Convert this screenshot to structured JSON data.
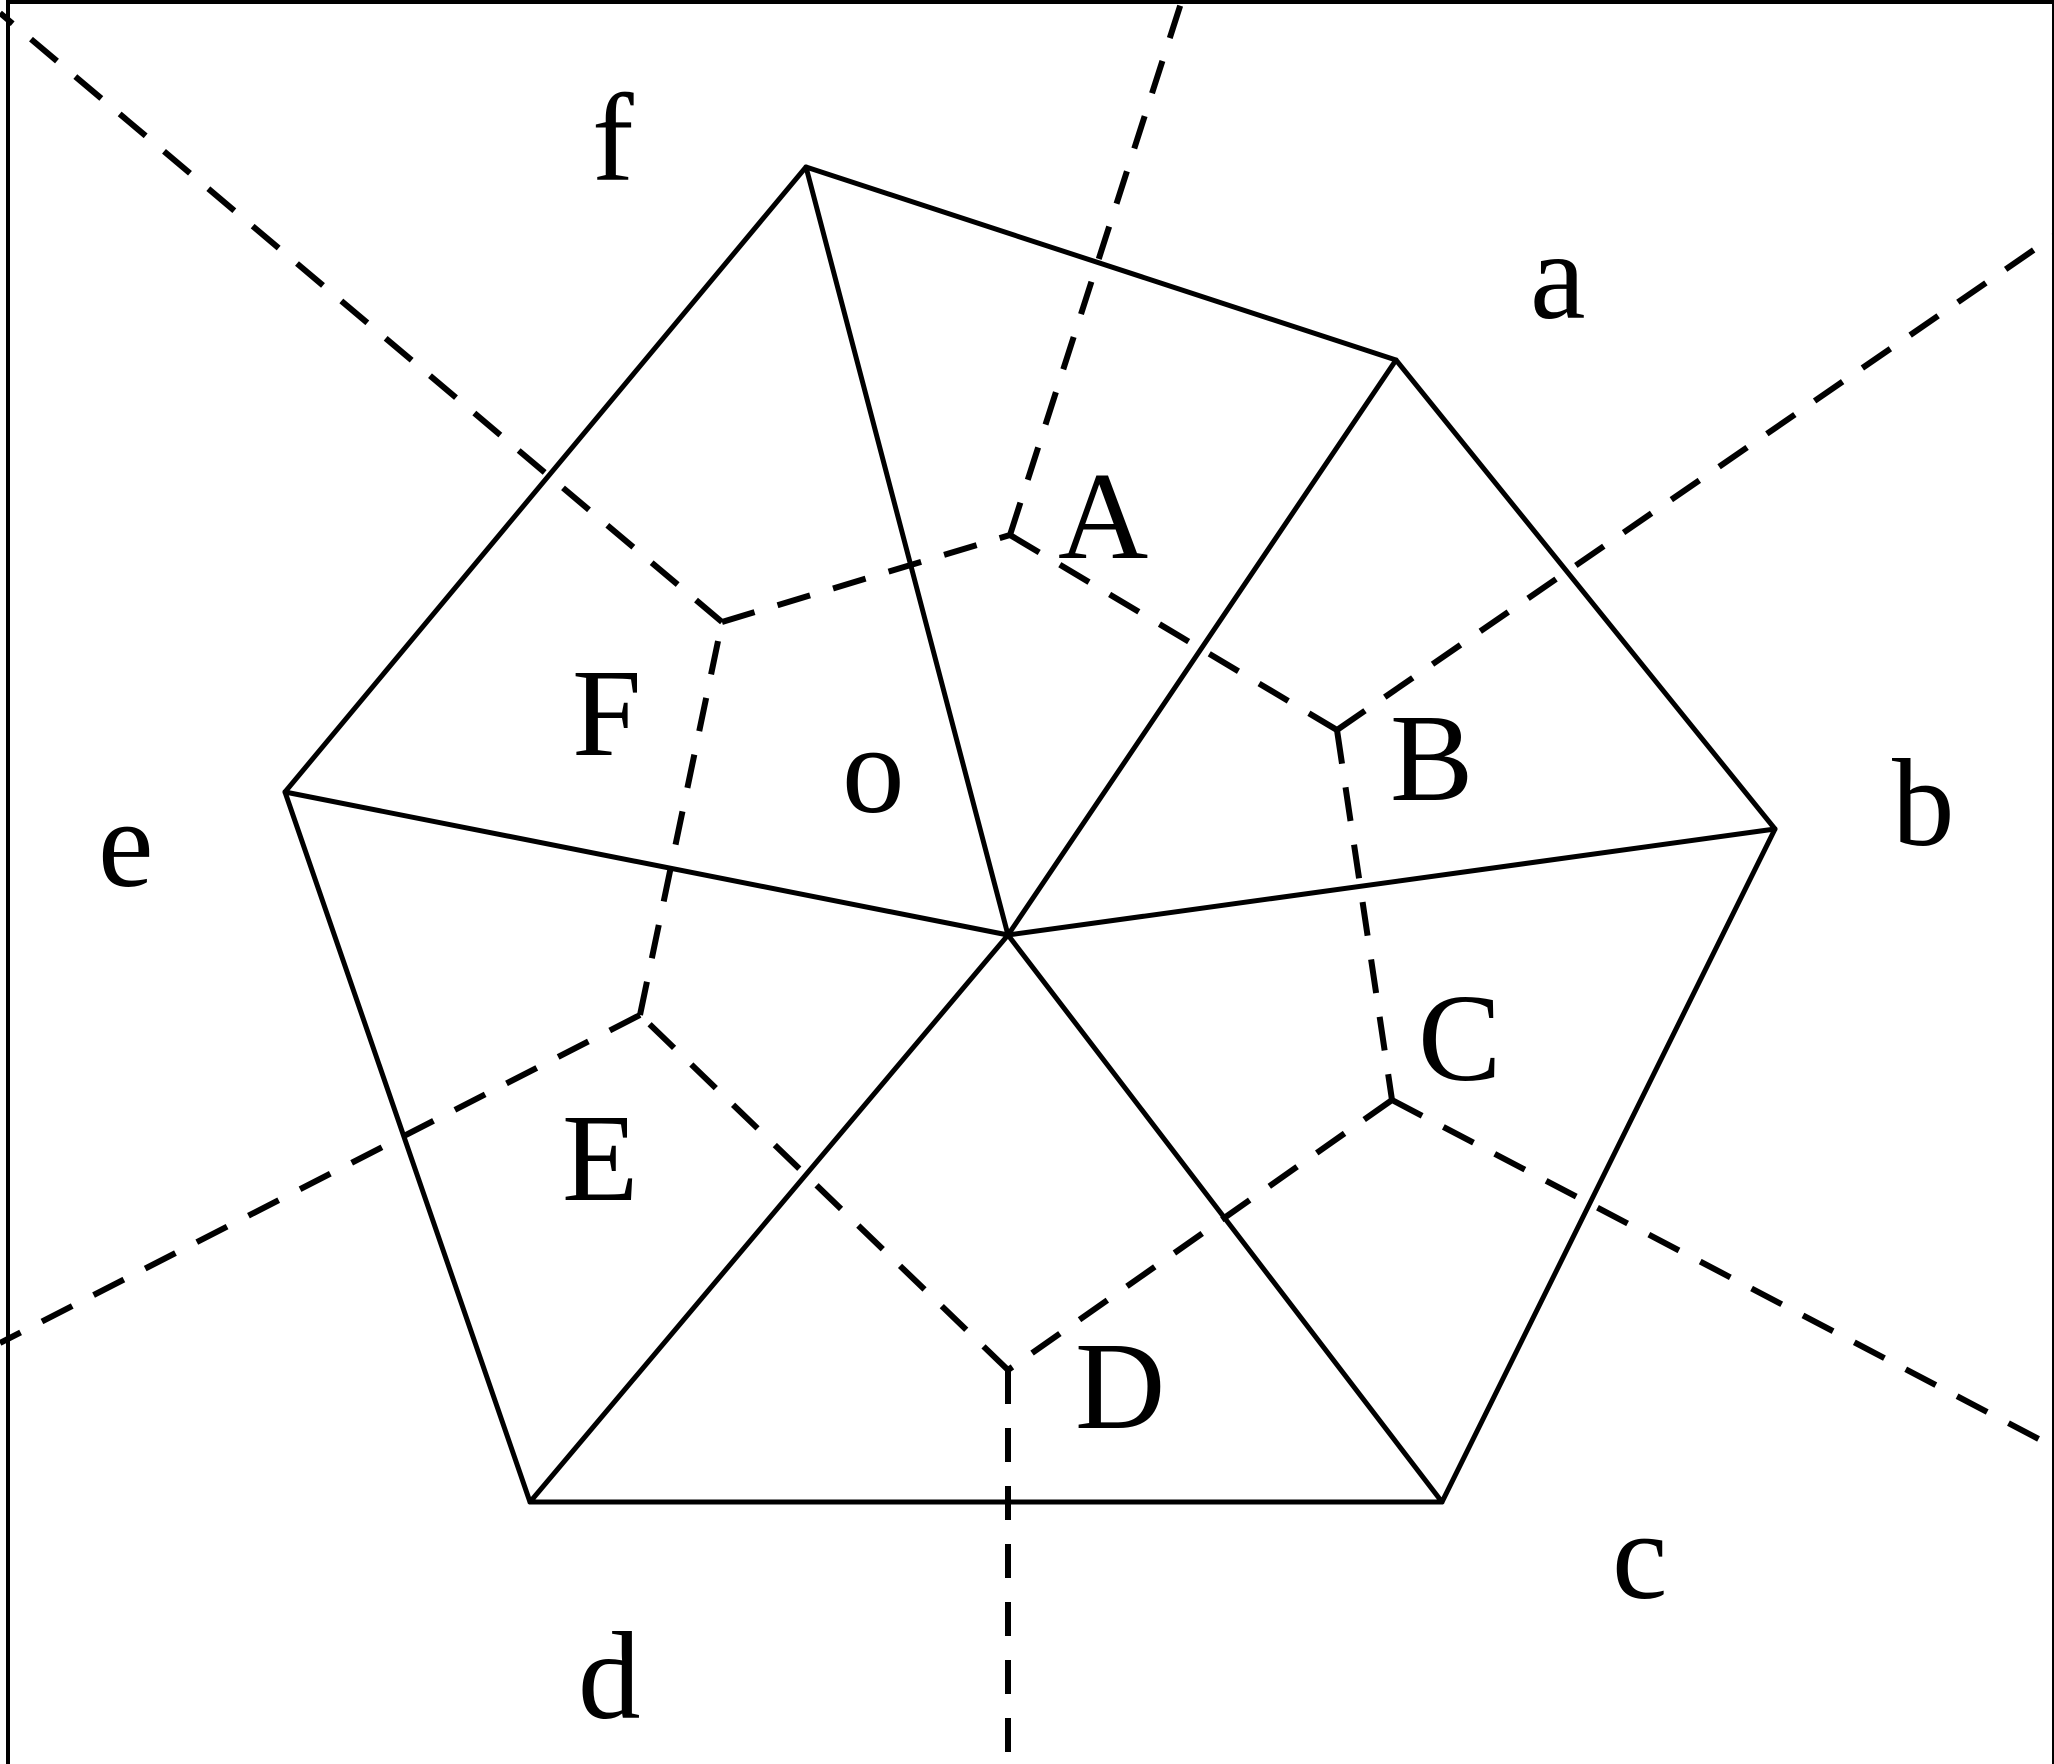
{
  "diagram": {
    "outer_vertex_labels": [
      "a",
      "b",
      "c",
      "d",
      "e",
      "f"
    ],
    "center_label": "o",
    "voronoi_vertex_labels": [
      "A",
      "B",
      "C",
      "D",
      "E",
      "F"
    ]
  }
}
